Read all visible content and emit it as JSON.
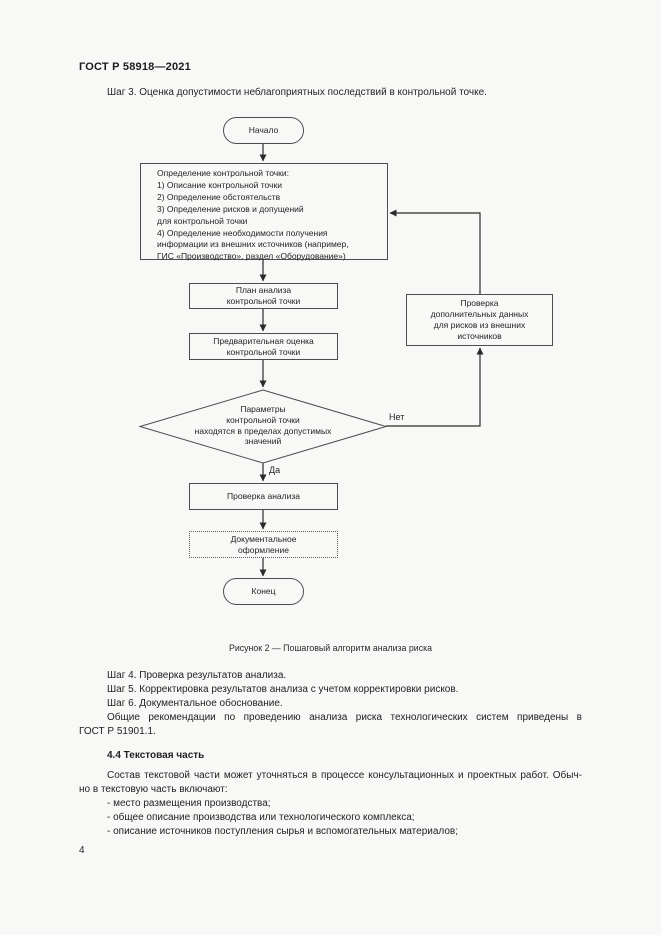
{
  "doc": {
    "header": "ГОСТ Р 58918—2021",
    "page_number": "4"
  },
  "intro": {
    "step3": "Шаг 3. Оценка допустимости неблагоприятных последствий в контрольной точке."
  },
  "flowchart": {
    "start_label": "Начало",
    "define_box": "Определение контрольной точки:\n1) Описание контрольной точки\n2) Определение обстоятельств\n3) Определение рисков и допущений\nдля контрольной точки\n4) Определение необходимости получения\nинформации из внешних источников (например,\nГИС «Производство», раздел «Оборудование»)",
    "plan_box": "План анализа\nконтрольной точки",
    "pre_eval_box": "Предварительная оценка\nконтрольной точки",
    "decision": "Параметры\nконтрольной точки\nнаходятся в пределах допустимых\nзначений",
    "external_box": "Проверка\nдополнительных данных\nдля рисков из внешних\nисточников",
    "analysis_box": "Проверка анализа",
    "doc_box": "Документальное\nоформление",
    "end_label": "Конец",
    "yes_label": "Да",
    "no_label": "Нет",
    "caption": "Рисунок 2 — Пошаговый алгоритм анализа риска"
  },
  "body": {
    "step4": "Шаг 4. Проверка результатов анализа.",
    "step5": "Шаг 5. Корректировка результатов анализа с учетом корректировки рисков.",
    "step6": "Шаг 6. Документальное обоснование.",
    "general_line1": "Общие рекомендации по проведению анализа риска технологических систем приведены в",
    "general_line2": "ГОСТ Р 51901.1.",
    "section_heading": "4.4 Текстовая часть",
    "compose_line1": "Состав текстовой части может уточняться в процессе консультационных и проектных работ. Обыч-",
    "compose_line2": "но в текстовую часть включают:",
    "bullets": [
      "- место размещения производства;",
      "- общее описание производства или технологического комплекса;",
      "- описание источников поступления сырья и вспомогательных материалов;"
    ]
  }
}
